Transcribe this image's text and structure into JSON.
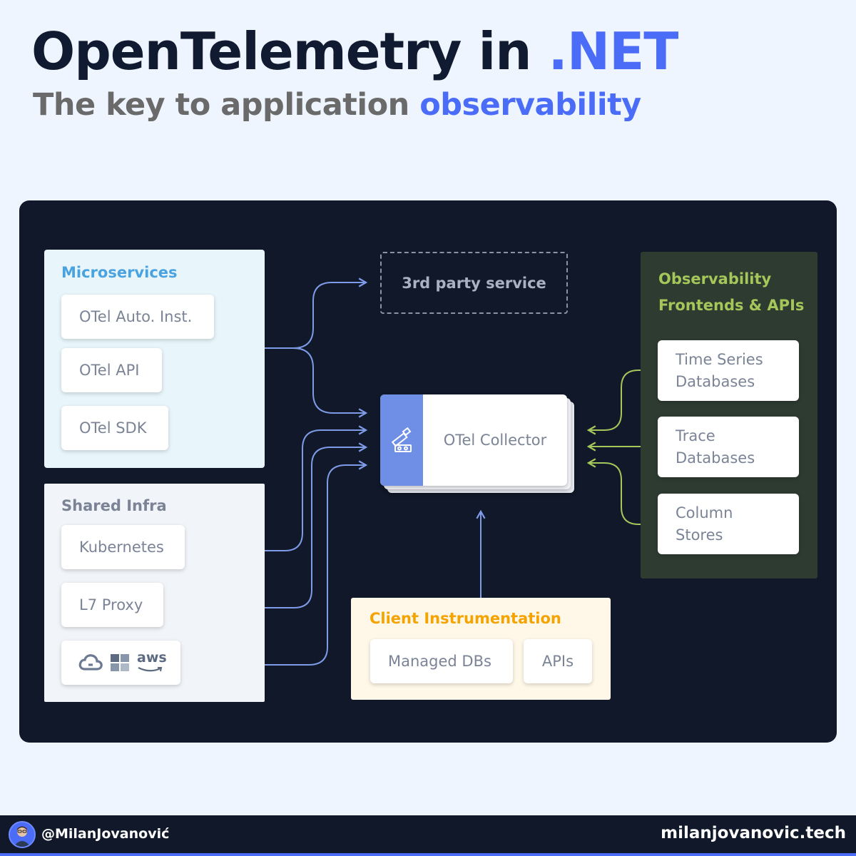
{
  "header": {
    "title_main": "OpenTelemetry in ",
    "title_accent": ".NET",
    "subtitle_main": "The key to application ",
    "subtitle_accent": "observability"
  },
  "microservices": {
    "title": "Microservices",
    "items": [
      "OTel Auto. Inst.",
      "OTel API",
      "OTel SDK"
    ]
  },
  "shared_infra": {
    "title": "Shared Infra",
    "items": [
      "Kubernetes",
      "L7 Proxy"
    ],
    "cloud_icons": [
      "google-cloud-icon",
      "windows-icon",
      "aws-icon"
    ],
    "aws_text": "aws"
  },
  "third_party": {
    "label": "3rd party service"
  },
  "collector": {
    "label": "OTel Collector",
    "icon": "telescope-icon"
  },
  "client_instrumentation": {
    "title": "Client Instrumentation",
    "items": [
      "Managed DBs",
      "APIs"
    ]
  },
  "observability": {
    "title": "Observability Frontends & APIs",
    "items": [
      {
        "line1": "Time Series",
        "line2": "Databases"
      },
      {
        "line1": "Trace",
        "line2": "Databases"
      },
      {
        "line1": "Column",
        "line2": "Stores"
      }
    ]
  },
  "footer": {
    "handle": "@MilanJovanović",
    "site": "milanjovanovic.tech"
  },
  "colors": {
    "accent": "#4a6cf7",
    "diagram_bg": "#101829",
    "blue_wire": "#7e9be8",
    "green_wire": "#a5c75a",
    "microservices_title": "#4aa3df",
    "client_title": "#f5a300",
    "obs_title": "#a5c75a"
  }
}
